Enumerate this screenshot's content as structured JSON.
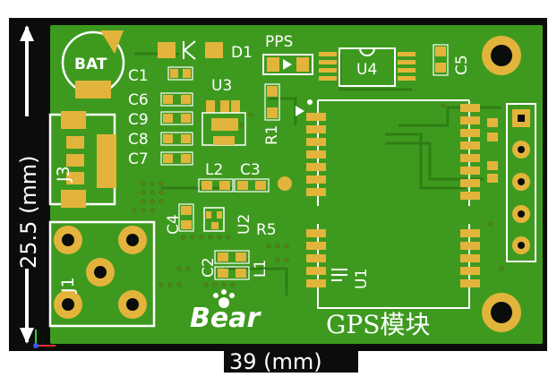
{
  "board": {
    "title": "GPS模块",
    "logo": "Bear",
    "colors": {
      "frame": "#0b0d0a",
      "pcb": "#3e9a1f",
      "pcb_dark": "#2f7d14",
      "pad": "#e3b43b",
      "silk": "#ffffff"
    }
  },
  "dimensions": {
    "width_label": "39 (mm)",
    "height_label": "25.5 (mm)"
  },
  "designators": {
    "bat": "BAT",
    "c1": "C1",
    "c6": "C6",
    "c9": "C9",
    "c8": "C8",
    "c7": "C7",
    "d1": "D1",
    "pps": "PPS",
    "u3": "U3",
    "u4": "U4",
    "c5": "C5",
    "r1": "R1",
    "j3": "J3",
    "l2": "L2",
    "c3": "C3",
    "c4": "C4",
    "u2": "U2",
    "r5": "R5",
    "c2": "C2",
    "l1": "L1",
    "u1": "U1",
    "j1": "J1"
  },
  "axis_icons": [
    "axis-x-icon",
    "axis-y-icon",
    "axis-z-icon"
  ]
}
